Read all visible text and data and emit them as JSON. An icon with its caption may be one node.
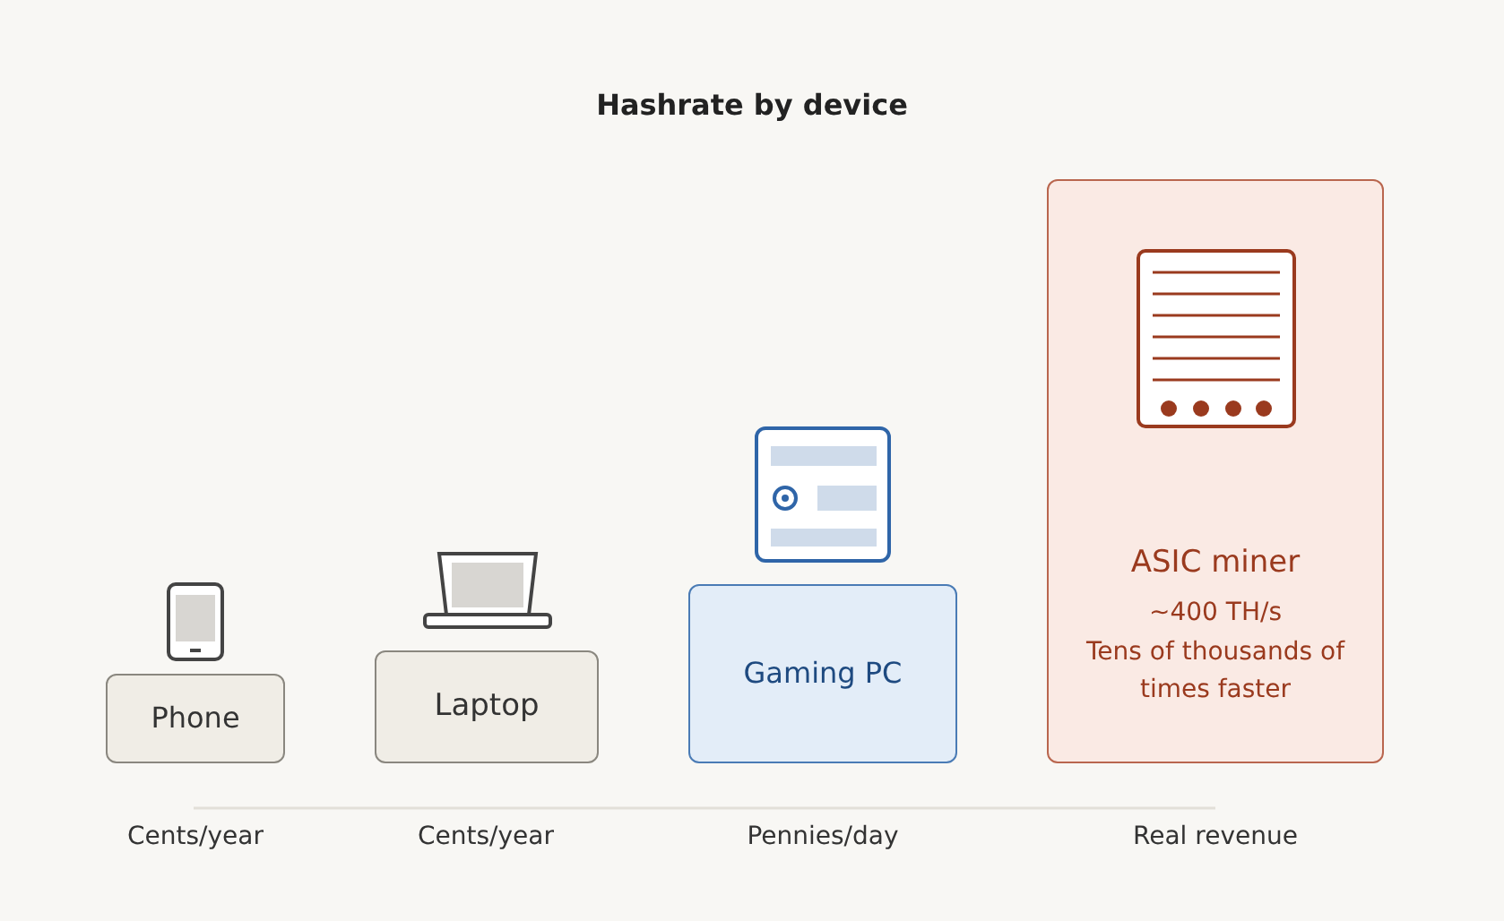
{
  "diagram": {
    "title": "Hashrate by device",
    "nodes": [
      {
        "text": [
          "Phone"
        ],
        "beside": [
          "Cents/year"
        ]
      },
      {
        "text": [
          "Laptop"
        ],
        "beside": [
          "Cents/year"
        ]
      },
      {
        "text": [
          "Gaming PC"
        ],
        "beside": [
          "Pennies/day"
        ]
      },
      {
        "text": [
          "ASIC miner",
          "~400 TH/s",
          "Tens of thousands of times faster"
        ],
        "beside": [
          "Real revenue"
        ]
      }
    ]
  }
}
